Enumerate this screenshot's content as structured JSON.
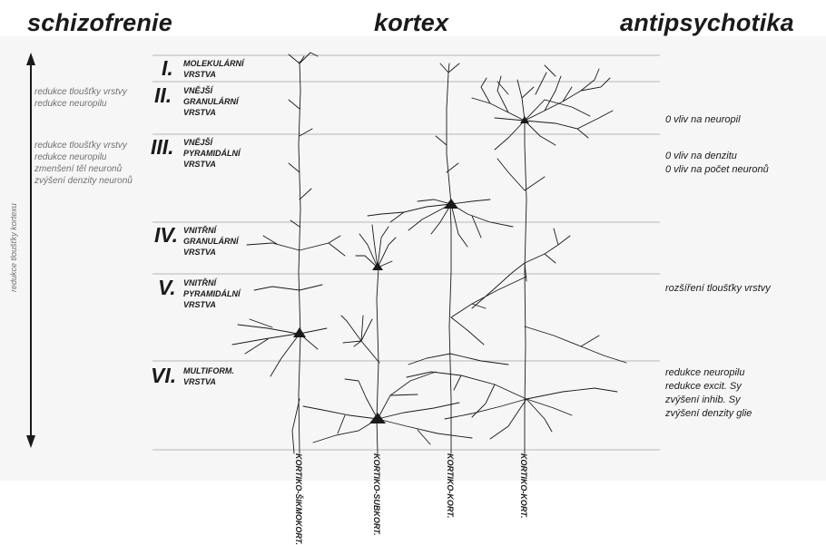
{
  "headings": {
    "left": "schizofrenie",
    "center": "kortex",
    "right": "antipsychotika"
  },
  "axis_label": "redukce tloušťky kortexu",
  "layers": [
    {
      "numeral": "I.",
      "lines": [
        "MOLEKULÁRNÍ",
        "VRSTVA"
      ]
    },
    {
      "numeral": "II.",
      "lines": [
        "VNĚJŠÍ",
        "GRANULÁRNÍ",
        "VRSTVA"
      ]
    },
    {
      "numeral": "III.",
      "lines": [
        "VNĚJŠÍ",
        "PYRAMIDÁLNÍ",
        "VRSTVA"
      ]
    },
    {
      "numeral": "IV.",
      "lines": [
        "VNITŘNÍ",
        "GRANULÁRNÍ",
        "VRSTVA"
      ]
    },
    {
      "numeral": "V.",
      "lines": [
        "VNITŘNÍ",
        "PYRAMIDÁLNÍ",
        "VRSTVA"
      ]
    },
    {
      "numeral": "VI.",
      "lines": [
        "MULTIFORM.",
        "VRSTVA"
      ]
    }
  ],
  "schizophrenia_notes": [
    {
      "layer": "II.",
      "lines": [
        "redukce tloušťky vrstvy",
        "redukce neuropilu"
      ]
    },
    {
      "layer": "III.",
      "lines": [
        "redukce tloušťky vrstvy",
        "redukce neuropilu",
        "zmenšení těl neuronů",
        "zvýšení denzity neuronů"
      ]
    }
  ],
  "antipsychotic_notes": [
    {
      "layer": "II.",
      "lines": [
        "0 vliv na neuropil"
      ]
    },
    {
      "layer": "III.",
      "lines": [
        "0 vliv na denzitu",
        "0 vliv na počet neuronů"
      ]
    },
    {
      "layer": "V.",
      "lines": [
        "rozšíření tloušťky vrstvy"
      ]
    },
    {
      "layer": "VI.",
      "lines": [
        "redukce neuropilu",
        "redukce excit. Sy",
        "zvýšení inhib. Sy",
        "zvýšení denzity glie"
      ]
    }
  ],
  "neuron_types": [
    "KORTIKO-ŠIKMOKORT.",
    "KORTIKO-SUBKORT.",
    "KORTIKO-KORT.",
    "KORTIKO-KORT."
  ],
  "colors": {
    "ink": "#1a1a1a",
    "note_gray": "#707070",
    "layer_line": "#b5b5b5",
    "background_panel": "#f6f6f6"
  }
}
